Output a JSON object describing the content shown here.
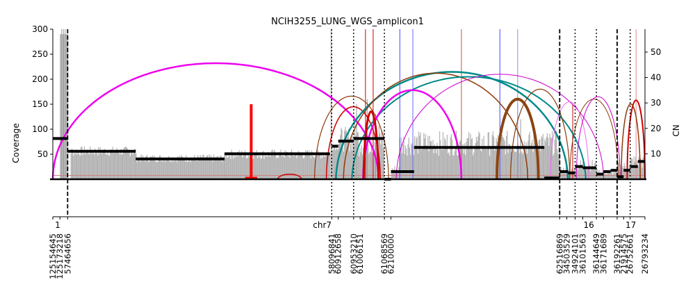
{
  "chart_data": {
    "type": "line",
    "title": "NCIH3255_LUNG_WGS_amplicon1",
    "ylabel": "Coverage",
    "y2label": "CN",
    "ylim": [
      0,
      300
    ],
    "y2lim": [
      0,
      59
    ],
    "yticks": [
      50,
      100,
      150,
      200,
      250,
      300
    ],
    "y2ticks": [
      10,
      20,
      30,
      40,
      50
    ],
    "grid": false,
    "legend": "none",
    "segments": [
      {
        "chrom": "1",
        "start": 125154645,
        "end": 125173218,
        "frac": 0.025
      },
      {
        "chrom": "1",
        "start": 125173218,
        "end": 57464656,
        "frac": 0.0
      },
      {
        "chrom": "chr7",
        "start": 57464656,
        "end": 58096841,
        "frac": 0.468
      },
      {
        "chrom": "chr7",
        "start": 58096841,
        "end": 60912658,
        "frac": 0.0
      },
      {
        "chrom": "chr7",
        "start": 60912658,
        "end": 60953210,
        "frac": 0.037
      },
      {
        "chrom": "chr7",
        "start": 60953210,
        "end": 61006151,
        "frac": 0.0
      },
      {
        "chrom": "chr7",
        "start": 61006151,
        "end": 61068569,
        "frac": 0.052
      },
      {
        "chrom": "chr7",
        "start": 61068569,
        "end": 62100000,
        "frac": 0.0
      },
      {
        "chrom": "chr7",
        "start": 62100000,
        "end": 62516869,
        "frac": 0.304
      },
      {
        "chrom": "16",
        "start": 34503529,
        "end": 36101563,
        "frac": 0.055
      },
      {
        "chrom": "16",
        "start": 36144649,
        "end": 36171689,
        "frac": 0.04
      },
      {
        "chrom": "17",
        "start": 21914575,
        "end": 26752661,
        "frac": 0.019
      }
    ],
    "chrom_labels": [
      {
        "name": "1",
        "position": 0.0
      },
      {
        "name": "chr7",
        "position": 0.455
      },
      {
        "name": "16",
        "position": 0.905
      },
      {
        "name": "17",
        "position": 0.976
      }
    ],
    "position_labels": [
      {
        "text": "125154645",
        "pos": 0.0
      },
      {
        "text": "125173218",
        "pos": 0.012
      },
      {
        "text": "57464656",
        "pos": 0.025
      },
      {
        "text": "58096841",
        "pos": 0.471
      },
      {
        "text": "60912658",
        "pos": 0.482
      },
      {
        "text": "60953210",
        "pos": 0.508
      },
      {
        "text": "61006151",
        "pos": 0.519
      },
      {
        "text": "61068569",
        "pos": 0.56
      },
      {
        "text": "62100000",
        "pos": 0.571
      },
      {
        "text": "62516869",
        "pos": 0.856
      },
      {
        "text": "34503529",
        "pos": 0.868
      },
      {
        "text": "34924101",
        "pos": 0.882
      },
      {
        "text": "36101563",
        "pos": 0.895
      },
      {
        "text": "36144649",
        "pos": 0.918
      },
      {
        "text": "36171689",
        "pos": 0.93
      },
      {
        "text": "36192261",
        "pos": 0.953
      },
      {
        "text": "21914575",
        "pos": 0.964
      },
      {
        "text": "26752661",
        "pos": 0.975
      },
      {
        "text": "26793234",
        "pos": 1.0
      }
    ],
    "boundaries": [
      {
        "pos": 0.025,
        "style": "dashed"
      },
      {
        "pos": 0.471,
        "style": "dotted"
      },
      {
        "pos": 0.508,
        "style": "dotted"
      },
      {
        "pos": 0.56,
        "style": "dotted"
      },
      {
        "pos": 0.856,
        "style": "dashed"
      },
      {
        "pos": 0.882,
        "style": "dotted"
      },
      {
        "pos": 0.918,
        "style": "dotted"
      },
      {
        "pos": 0.953,
        "style": "dashed"
      },
      {
        "pos": 0.975,
        "style": "dotted"
      }
    ],
    "coverage_blocks": [
      {
        "x0": 0.012,
        "x1": 0.025,
        "level": 290,
        "noise": 0
      },
      {
        "x0": 0.03,
        "x1": 0.14,
        "level": 56,
        "noise": 10
      },
      {
        "x0": 0.14,
        "x1": 0.29,
        "level": 42,
        "noise": 8
      },
      {
        "x0": 0.29,
        "x1": 0.468,
        "level": 50,
        "noise": 10
      },
      {
        "x0": 0.471,
        "x1": 0.482,
        "level": 66,
        "noise": 8
      },
      {
        "x0": 0.482,
        "x1": 0.508,
        "level": 80,
        "noise": 25
      },
      {
        "x0": 0.508,
        "x1": 0.56,
        "level": 80,
        "noise": 35
      },
      {
        "x0": 0.571,
        "x1": 0.585,
        "level": 20,
        "noise": 8
      },
      {
        "x0": 0.585,
        "x1": 0.856,
        "level": 72,
        "noise": 25
      },
      {
        "x0": 0.856,
        "x1": 0.882,
        "level": 18,
        "noise": 8
      },
      {
        "x0": 0.882,
        "x1": 0.918,
        "level": 28,
        "noise": 12
      },
      {
        "x0": 0.918,
        "x1": 0.953,
        "level": 14,
        "noise": 6
      },
      {
        "x0": 0.953,
        "x1": 0.975,
        "level": 25,
        "noise": 10
      },
      {
        "x0": 0.975,
        "x1": 1.0,
        "level": 35,
        "noise": 15
      }
    ],
    "coverage_spikes": [
      {
        "pos": 0.015,
        "height": 300
      },
      {
        "pos": 0.018,
        "height": 300
      },
      {
        "pos": 0.021,
        "height": 300
      },
      {
        "pos": 0.47,
        "height": 300
      },
      {
        "pos": 0.513,
        "height": 150
      },
      {
        "pos": 0.531,
        "height": 160
      },
      {
        "pos": 0.545,
        "height": 130
      },
      {
        "pos": 0.785,
        "height": 150
      },
      {
        "pos": 0.79,
        "height": 120
      }
    ],
    "cn_segments": [
      {
        "x0": 0.0,
        "x1": 0.025,
        "cn": 16
      },
      {
        "x0": 0.025,
        "x1": 0.14,
        "cn": 11
      },
      {
        "x0": 0.14,
        "x1": 0.29,
        "cn": 8
      },
      {
        "x0": 0.29,
        "x1": 0.468,
        "cn": 10
      },
      {
        "x0": 0.471,
        "x1": 0.482,
        "cn": 13
      },
      {
        "x0": 0.482,
        "x1": 0.508,
        "cn": 15
      },
      {
        "x0": 0.508,
        "x1": 0.56,
        "cn": 16
      },
      {
        "x0": 0.56,
        "x1": 0.571,
        "cn": 0
      },
      {
        "x0": 0.571,
        "x1": 0.61,
        "cn": 3
      },
      {
        "x0": 0.61,
        "x1": 0.83,
        "cn": 12.5
      },
      {
        "x0": 0.83,
        "x1": 0.856,
        "cn": 0.5
      },
      {
        "x0": 0.856,
        "x1": 0.87,
        "cn": 3
      },
      {
        "x0": 0.87,
        "x1": 0.882,
        "cn": 2.5
      },
      {
        "x0": 0.882,
        "x1": 0.895,
        "cn": 5
      },
      {
        "x0": 0.895,
        "x1": 0.918,
        "cn": 4.5
      },
      {
        "x0": 0.918,
        "x1": 0.93,
        "cn": 2
      },
      {
        "x0": 0.93,
        "x1": 0.942,
        "cn": 3
      },
      {
        "x0": 0.942,
        "x1": 0.953,
        "cn": 3.5
      },
      {
        "x0": 0.953,
        "x1": 0.964,
        "cn": 1
      },
      {
        "x0": 0.964,
        "x1": 0.975,
        "cn": 3.5
      },
      {
        "x0": 0.975,
        "x1": 0.988,
        "cn": 5
      },
      {
        "x0": 0.988,
        "x1": 1.0,
        "cn": 7
      }
    ],
    "baseline_cn": 1.5,
    "red_features": [
      {
        "pos": 0.335,
        "x0": 0.325,
        "x1": 0.345,
        "height": 150
      }
    ],
    "vertical_lines": [
      {
        "pos": 0.528,
        "color": "#cc0000",
        "height": 300
      },
      {
        "pos": 0.541,
        "color": "#cc0000",
        "height": 300
      },
      {
        "pos": 0.586,
        "color": "#4444ff",
        "height": 300
      },
      {
        "pos": 0.608,
        "color": "#6666ff",
        "height": 300
      },
      {
        "pos": 0.69,
        "color": "#b06030",
        "height": 300
      },
      {
        "pos": 0.755,
        "color": "#4444ff",
        "height": 300
      },
      {
        "pos": 0.785,
        "color": "#8888ff",
        "height": 300
      },
      {
        "pos": 0.878,
        "color": "#cc0000",
        "height": 150
      },
      {
        "pos": 0.985,
        "color": "#e88888",
        "height": 300
      },
      {
        "pos": 1.0,
        "color": "#e88888",
        "height": 300
      }
    ],
    "arcs": [
      {
        "x0": 0.0,
        "x1": 0.55,
        "height": 232,
        "color": "#ee00ee",
        "width": 2.5
      },
      {
        "x0": 0.442,
        "x1": 0.567,
        "height": 166,
        "color": "#8b3a0a",
        "width": 1.2
      },
      {
        "x0": 0.462,
        "x1": 0.553,
        "height": 145,
        "color": "#cc0000",
        "width": 1.5
      },
      {
        "x0": 0.478,
        "x1": 0.87,
        "height": 220,
        "color": "#008888",
        "width": 2.5
      },
      {
        "x0": 0.491,
        "x1": 0.802,
        "height": 212,
        "color": "#8b3a0a",
        "width": 1.5
      },
      {
        "x0": 0.505,
        "x1": 0.9,
        "height": 210,
        "color": "#008888",
        "width": 2.0
      },
      {
        "x0": 0.524,
        "x1": 0.69,
        "height": 178,
        "color": "#ee00ee",
        "width": 2.5
      },
      {
        "x0": 0.525,
        "x1": 0.55,
        "height": 150,
        "color": "#cc0000",
        "width": 3.0
      },
      {
        "x0": 0.75,
        "x1": 0.82,
        "height": 160,
        "color": "#8b4513",
        "width": 4.0
      },
      {
        "x0": 0.58,
        "x1": 0.93,
        "height": 210,
        "color": "#cc00cc",
        "width": 1.0
      },
      {
        "x0": 0.773,
        "x1": 0.873,
        "height": 180,
        "color": "#8b3a0a",
        "width": 1.2
      },
      {
        "x0": 0.84,
        "x1": 0.905,
        "height": 155,
        "color": "#ee66ee",
        "width": 1.0
      },
      {
        "x0": 0.873,
        "x1": 0.955,
        "height": 160,
        "color": "#8b3a0a",
        "width": 1.0
      },
      {
        "x0": 0.884,
        "x1": 0.958,
        "height": 165,
        "color": "#cc00cc",
        "width": 1.0
      },
      {
        "x0": 0.97,
        "x1": 1.0,
        "height": 158,
        "color": "#cc0000",
        "width": 2.0
      },
      {
        "x0": 0.96,
        "x1": 0.992,
        "height": 150,
        "color": "#8b3a0a",
        "width": 1.5
      },
      {
        "x0": 0.38,
        "x1": 0.42,
        "height": 10,
        "color": "#cc0000",
        "width": 1.5
      }
    ]
  }
}
